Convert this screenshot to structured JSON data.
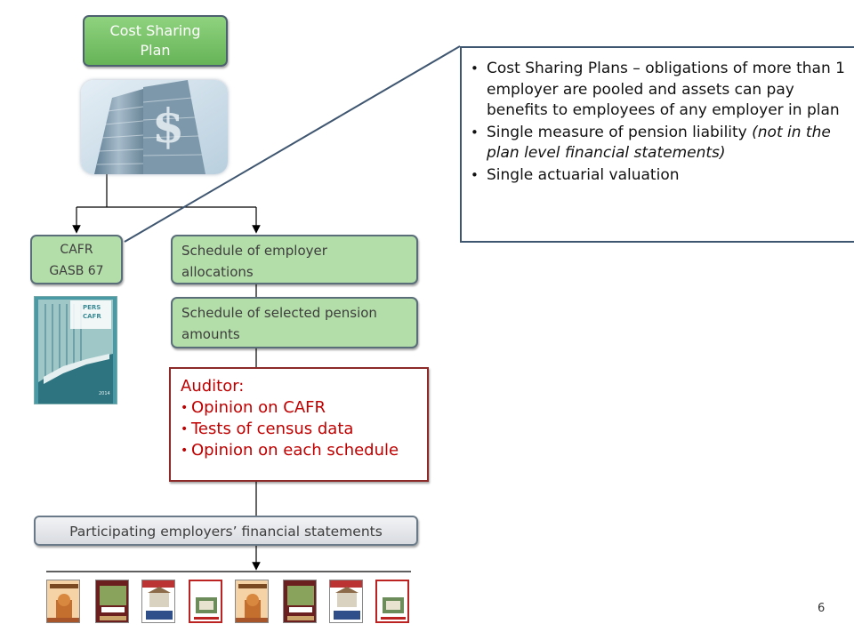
{
  "top": {
    "line1": "Cost Sharing",
    "line2": "Plan"
  },
  "cafr": {
    "line1": "CAFR",
    "line2": "GASB 67"
  },
  "cafr_cover": {
    "line1": "PERS",
    "line2": "CAFR",
    "year": "2014"
  },
  "schedules": [
    {
      "line1": "Schedule of employer",
      "line2": "allocations"
    },
    {
      "line1": "Schedule of selected pension",
      "line2": "amounts"
    }
  ],
  "callout": {
    "b1": "Cost Sharing Plans – obligations of more than 1 employer are pooled and assets can pay benefits to employees of any employer in plan",
    "b2_normal": "Single measure of pension liability ",
    "b2_italic": "(not in the plan level financial statements)",
    "b3": "Single actuarial valuation"
  },
  "auditor": {
    "title": "Auditor:",
    "items": [
      "Opinion on CAFR",
      "Tests of census data",
      "Opinion on each schedule"
    ]
  },
  "participants": {
    "label": "Participating employers’ financial statements"
  },
  "colors": {
    "green_fill": "#b4dea9",
    "top_green": "#66b457",
    "auditor_red": "#c00000",
    "callout_border": "#3f5670"
  },
  "page_number": "6"
}
